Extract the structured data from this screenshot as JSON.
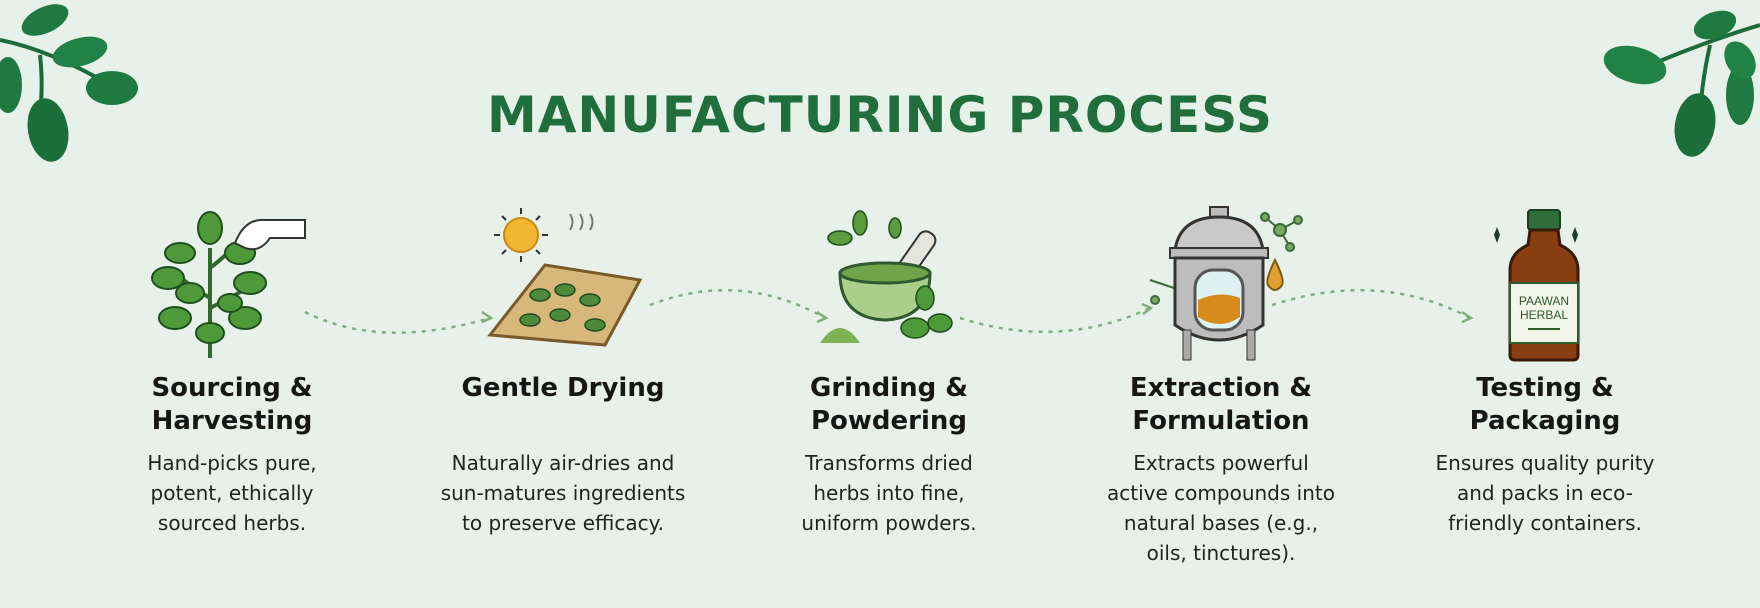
{
  "title": "MANUFACTURING PROCESS",
  "steps": [
    {
      "title_line1": "Sourcing &",
      "title_line2": "Harvesting",
      "description": "Hand-picks pure, potent, ethically sourced herbs.",
      "icon": "herb-plant-hand-icon"
    },
    {
      "title_line1": "Gentle Drying",
      "title_line2": "",
      "description": "Naturally air-dries and sun-matures ingredients to preserve efficacy.",
      "icon": "drying-tray-sun-icon"
    },
    {
      "title_line1": "Grinding &",
      "title_line2": "Powdering",
      "description": "Transforms dried herbs into fine, uniform powders.",
      "icon": "mortar-pestle-icon"
    },
    {
      "title_line1": "Extraction &",
      "title_line2": "Formulation",
      "description": "Extracts powerful active compounds into natural bases (e.g., oils, tinctures).",
      "icon": "extraction-tank-icon"
    },
    {
      "title_line1": "Testing &",
      "title_line2": "Packaging",
      "description": "Ensures quality purity and packs in eco-friendly containers.",
      "icon": "herbal-bottle-icon"
    }
  ],
  "bottle_label": {
    "line1": "PAAWAN",
    "line2": "HERBAL"
  },
  "colors": {
    "brand_green": "#1f6e3c",
    "background": "#e7f1e9",
    "amber": "#d98a1c"
  }
}
